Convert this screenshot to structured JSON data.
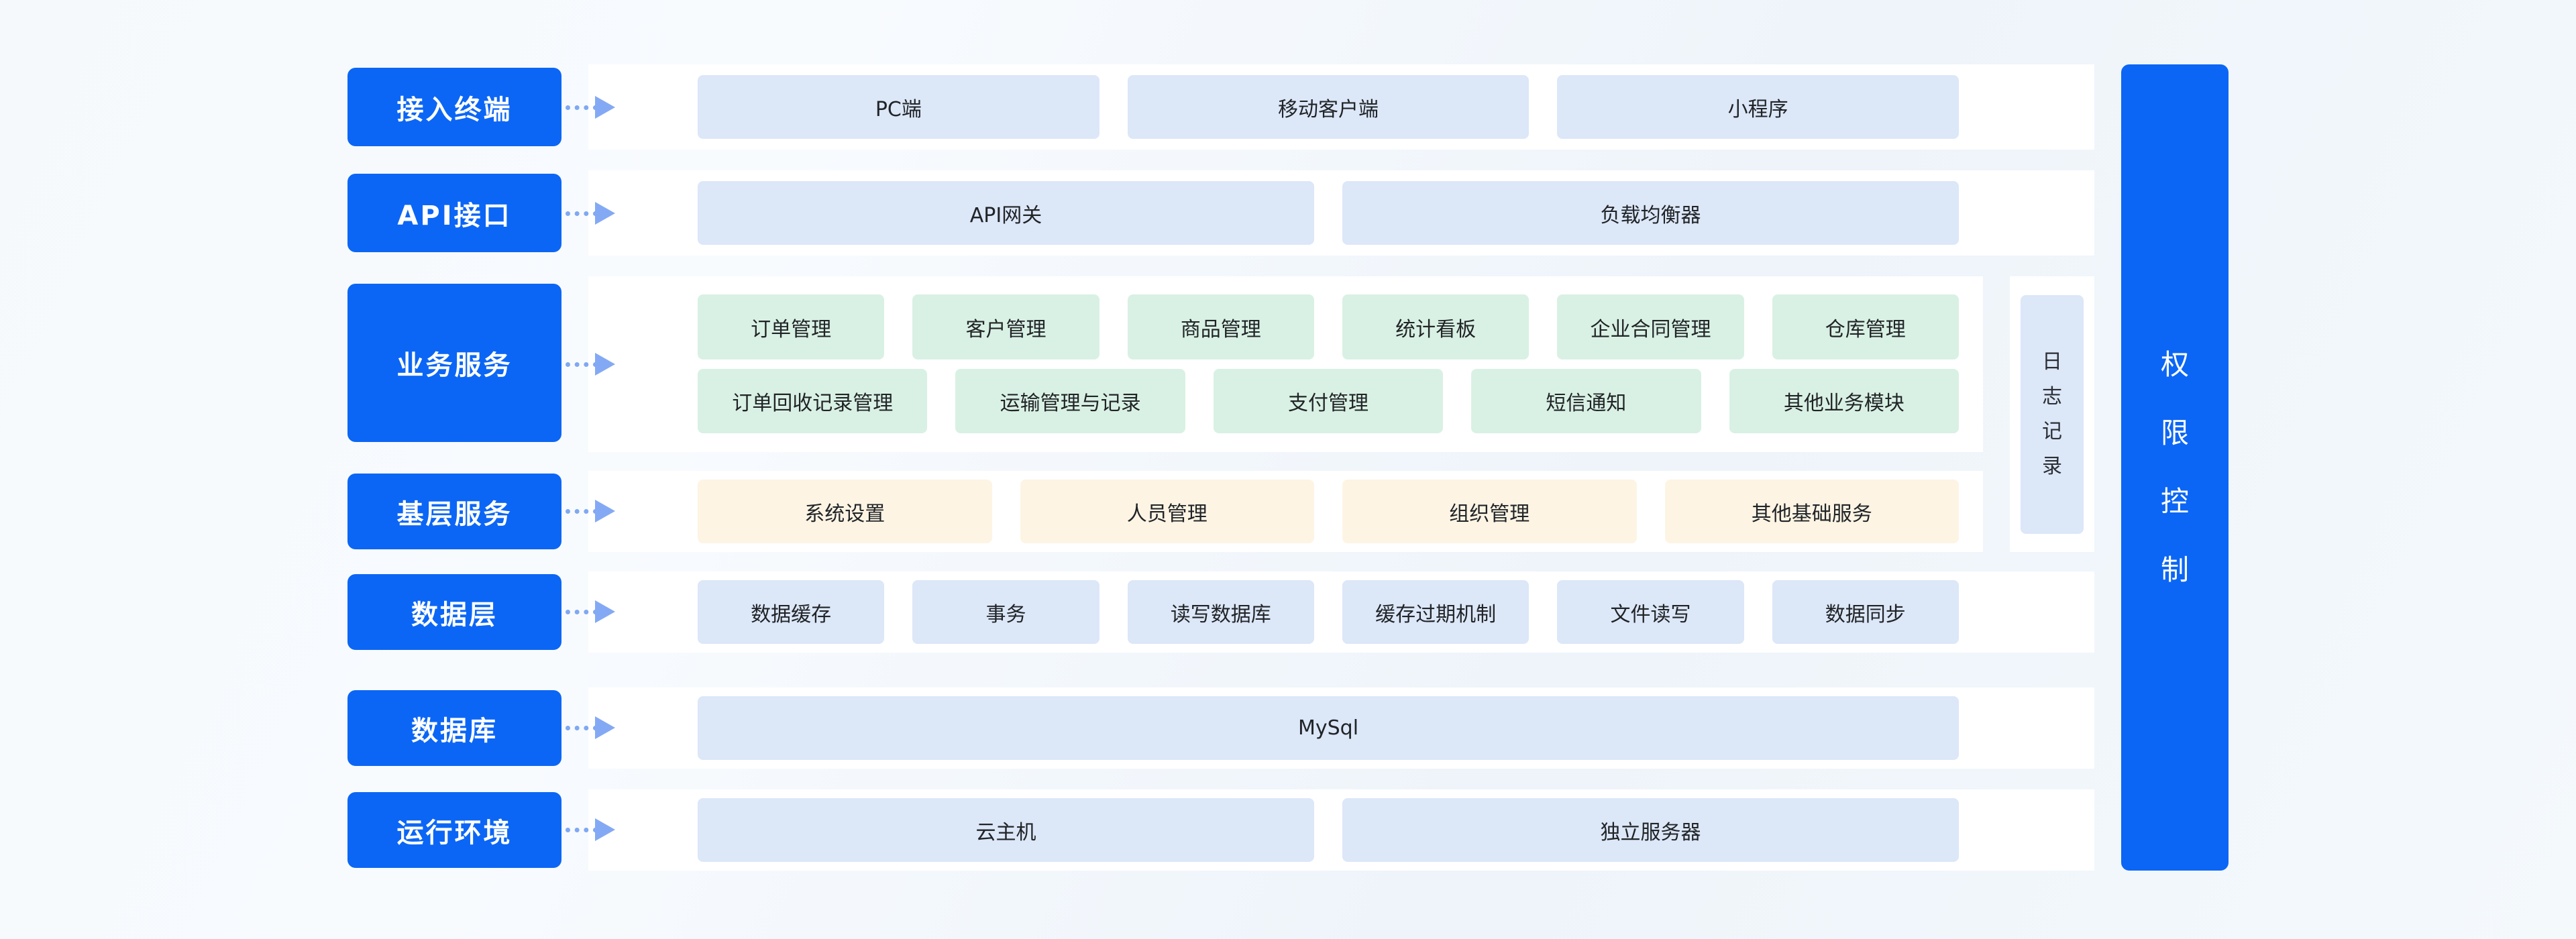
{
  "diagram": {
    "type": "software-architecture-layers",
    "rows": [
      {
        "label": "接入终端",
        "chip_style": "lav",
        "chips": [
          "PC端",
          "移动客户端",
          "小程序"
        ]
      },
      {
        "label": "API接口",
        "chip_style": "lav",
        "chips": [
          "API网关",
          "负载均衡器"
        ]
      },
      {
        "label": "业务服务",
        "chip_style": "green",
        "chips_top": [
          "订单管理",
          "客户管理",
          "商品管理",
          "统计看板",
          "企业合同管理",
          "仓库管理"
        ],
        "chips_bottom": [
          "订单回收记录管理",
          "运输管理与记录",
          "支付管理",
          "短信通知",
          "其他业务模块"
        ]
      },
      {
        "label": "基层服务",
        "chip_style": "cream",
        "chips": [
          "系统设置",
          "人员管理",
          "组织管理",
          "其他基础服务"
        ]
      },
      {
        "label": "数据层",
        "chip_style": "lav",
        "chips": [
          "数据缓存",
          "事务",
          "读写数据库",
          "缓存过期机制",
          "文件读写",
          "数据同步"
        ]
      },
      {
        "label": "数据库",
        "chip_style": "lav",
        "chips": [
          "MySql"
        ]
      },
      {
        "label": "运行环境",
        "chip_style": "lav",
        "chips": [
          "云主机",
          "独立服务器"
        ]
      }
    ],
    "side": {
      "log_label": "日志记录",
      "permission_label": "权限控制"
    },
    "colors": {
      "primary_blue": "#0b66f5",
      "chip_blue": "#dce7f8",
      "chip_green": "#d9f1e4",
      "chip_cream": "#fdf4e4",
      "arrow_blue": "#7fa8f3",
      "panel_white": "#ffffff",
      "text_dark": "#212427"
    }
  }
}
